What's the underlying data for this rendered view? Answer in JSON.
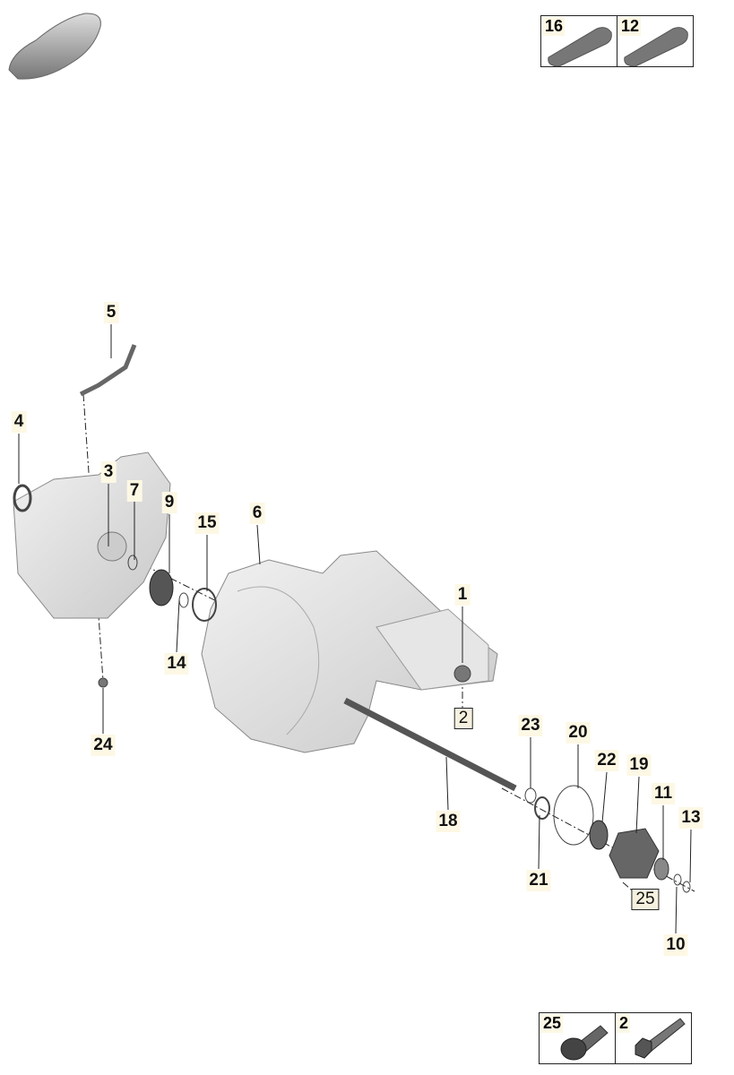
{
  "title": "Transmission exploded parts diagram",
  "callouts": [
    {
      "num": "5",
      "boxed": false
    },
    {
      "num": "4",
      "boxed": false
    },
    {
      "num": "3",
      "boxed": false
    },
    {
      "num": "7",
      "boxed": false
    },
    {
      "num": "9",
      "boxed": false
    },
    {
      "num": "15",
      "boxed": false
    },
    {
      "num": "6",
      "boxed": false
    },
    {
      "num": "1",
      "boxed": false
    },
    {
      "num": "14",
      "boxed": false
    },
    {
      "num": "2",
      "boxed": true
    },
    {
      "num": "24",
      "boxed": false
    },
    {
      "num": "23",
      "boxed": false
    },
    {
      "num": "20",
      "boxed": false
    },
    {
      "num": "22",
      "boxed": false
    },
    {
      "num": "19",
      "boxed": false
    },
    {
      "num": "11",
      "boxed": false
    },
    {
      "num": "13",
      "boxed": false
    },
    {
      "num": "18",
      "boxed": false
    },
    {
      "num": "21",
      "boxed": false
    },
    {
      "num": "25",
      "boxed": true
    },
    {
      "num": "10",
      "boxed": false
    }
  ],
  "kits": {
    "sealants": [
      {
        "num": "16",
        "icon": "sealant-tube-icon"
      },
      {
        "num": "12",
        "icon": "sealant-tube-icon"
      }
    ],
    "bolts": [
      {
        "num": "25",
        "icon": "flange-bolt-icon"
      },
      {
        "num": "2",
        "icon": "hex-bolt-icon"
      }
    ]
  }
}
